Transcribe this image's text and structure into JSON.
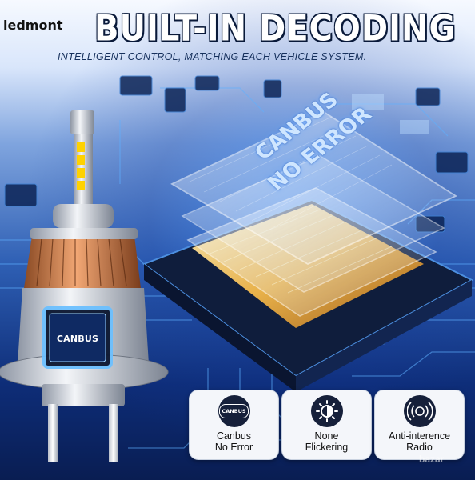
{
  "watermark": "ledmont",
  "headline": "BUILT-IN DECODING",
  "subheadline": "INTELLIGENT CONTROL, MATCHING EACH VEHICLE SYSTEM.",
  "bulb_chip_label": "CANBUS",
  "chip_overlay": {
    "line1": "CANBUS",
    "line2": "NO ERROR"
  },
  "features": [
    {
      "icon": "canbus-icon",
      "line1": "Canbus",
      "line2": "No Error",
      "icon_text": "CANBUS"
    },
    {
      "icon": "sun-half-icon",
      "line1": "None",
      "line2": "Flickering"
    },
    {
      "icon": "radio-waves-icon",
      "line1": "Anti-interence",
      "line2": "Radio"
    }
  ],
  "corner_mark": "bazar",
  "colors": {
    "headline": "#ffffff",
    "badge_bg": "#f4f6fa",
    "icon_bg": "#16203a",
    "glow": "#4da0ff"
  }
}
